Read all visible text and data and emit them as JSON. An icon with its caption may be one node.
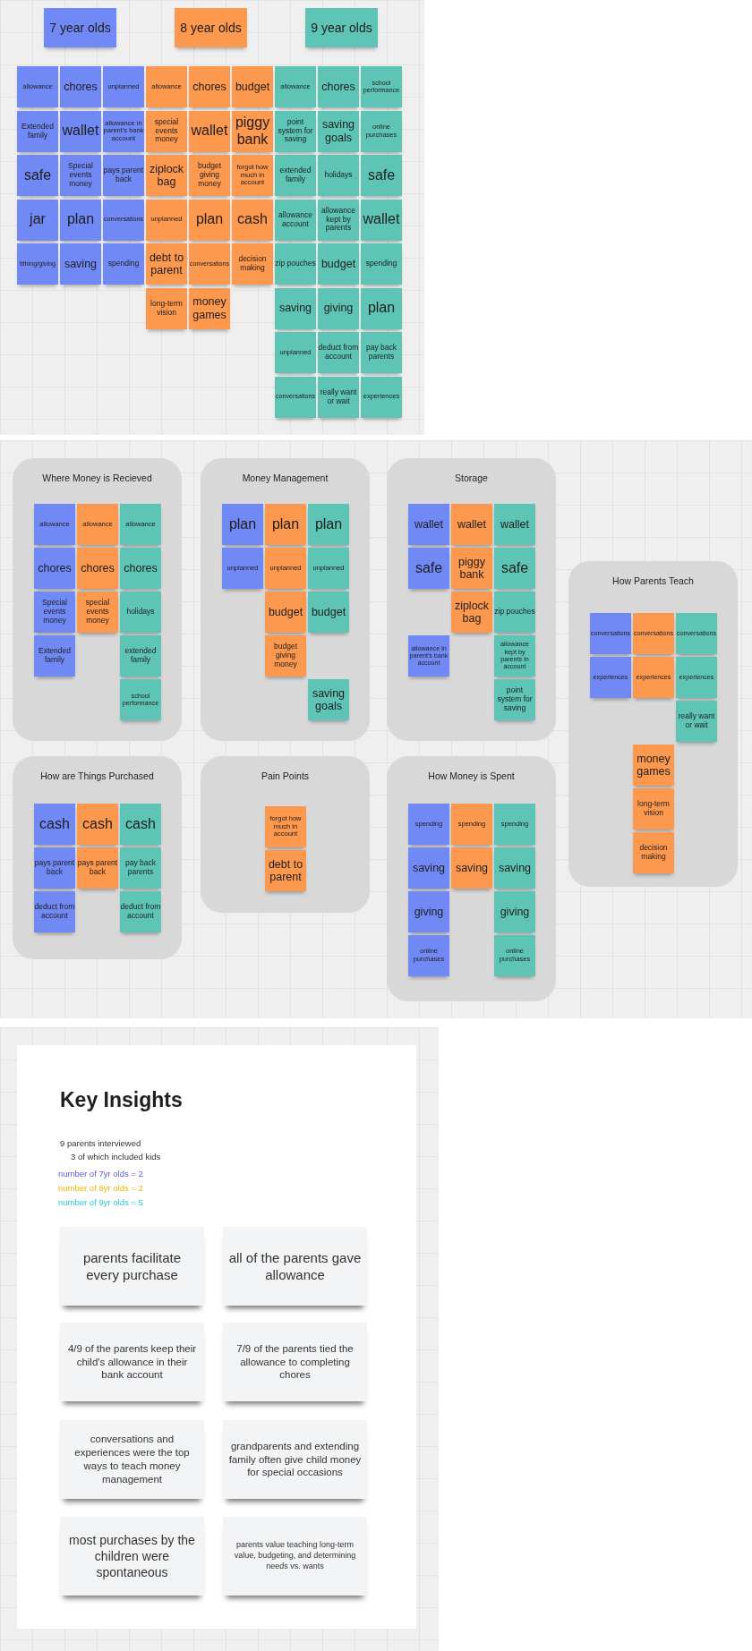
{
  "diagram": {
    "nodes": [
      {
        "text": [
          "7 year olds"
        ]
      },
      {
        "text": [
          "8 year olds"
        ]
      },
      {
        "text": [
          "9 year olds"
        ]
      },
      {
        "text": [
          "allowance"
        ]
      },
      {
        "text": [
          "chores"
        ]
      },
      {
        "text": [
          "unplanned"
        ]
      },
      {
        "text": [
          "allowance"
        ]
      },
      {
        "text": [
          "chores"
        ]
      },
      {
        "text": [
          "budget"
        ]
      },
      {
        "text": [
          "allowance"
        ]
      },
      {
        "text": [
          "chores"
        ]
      },
      {
        "text": [
          "school performance"
        ]
      },
      {
        "text": [
          "Extended family"
        ]
      },
      {
        "text": [
          "wallet"
        ]
      },
      {
        "text": [
          "allowance in parent's bank account"
        ]
      },
      {
        "text": [
          "special events money"
        ]
      },
      {
        "text": [
          "wallet"
        ]
      },
      {
        "text": [
          "piggy bank"
        ]
      },
      {
        "text": [
          "point system for saving"
        ]
      },
      {
        "text": [
          "saving goals"
        ]
      },
      {
        "text": [
          "online purchases"
        ]
      },
      {
        "text": [
          "safe"
        ]
      },
      {
        "text": [
          "Special events money"
        ]
      },
      {
        "text": [
          "pays parent back"
        ]
      },
      {
        "text": [
          "ziplock bag"
        ]
      },
      {
        "text": [
          "budget giving money"
        ]
      },
      {
        "text": [
          "forgot how much in account"
        ]
      },
      {
        "text": [
          "extended family"
        ]
      },
      {
        "text": [
          "holidays"
        ]
      },
      {
        "text": [
          "safe"
        ]
      },
      {
        "text": [
          "jar"
        ]
      },
      {
        "text": [
          "plan"
        ]
      },
      {
        "text": [
          "conversations"
        ]
      },
      {
        "text": [
          "unplanned"
        ]
      },
      {
        "text": [
          "plan"
        ]
      },
      {
        "text": [
          "cash"
        ]
      },
      {
        "text": [
          "allowance account"
        ]
      },
      {
        "text": [
          "allowance kept by parents"
        ]
      },
      {
        "text": [
          "wallet"
        ]
      },
      {
        "text": [
          "tithing/giving"
        ]
      },
      {
        "text": [
          "saving"
        ]
      },
      {
        "text": [
          "spending"
        ]
      },
      {
        "text": [
          "debt to parent"
        ]
      },
      {
        "text": [
          "conversations"
        ]
      },
      {
        "text": [
          "decision making"
        ]
      },
      {
        "text": [
          "zip pouches"
        ]
      },
      {
        "text": [
          "budget"
        ]
      },
      {
        "text": [
          "spending"
        ]
      },
      {
        "text": [
          "long-term vision"
        ]
      },
      {
        "text": [
          "money games"
        ]
      },
      {
        "text": [
          "saving"
        ]
      },
      {
        "text": [
          "giving"
        ]
      },
      {
        "text": [
          "plan"
        ]
      },
      {
        "text": [
          "unplanned"
        ]
      },
      {
        "text": [
          "deduct from account"
        ]
      },
      {
        "text": [
          "pay back parents"
        ]
      },
      {
        "text": [
          "conversations"
        ]
      },
      {
        "text": [
          "really want or wait"
        ]
      },
      {
        "text": [
          "experiences"
        ]
      },
      {
        "text": [
          "Where Money is Recieved"
        ]
      },
      {
        "text": [
          "allowance"
        ],
        "in": 59
      },
      {
        "text": [
          "allowance"
        ],
        "in": 59
      },
      {
        "text": [
          "allowance"
        ],
        "in": 59
      },
      {
        "text": [
          "chores"
        ],
        "in": 59
      },
      {
        "text": [
          "chores"
        ],
        "in": 59
      },
      {
        "text": [
          "chores"
        ],
        "in": 59
      },
      {
        "text": [
          "Special events money"
        ],
        "in": 59
      },
      {
        "text": [
          "special events money"
        ],
        "in": 59
      },
      {
        "text": [
          "holidays"
        ],
        "in": 59
      },
      {
        "text": [
          "Extended family"
        ],
        "in": 59
      },
      {
        "text": [
          "extended family"
        ],
        "in": 59
      },
      {
        "text": [
          "school performance"
        ],
        "in": 59
      },
      {
        "text": [
          "Money Management"
        ]
      },
      {
        "text": [
          "plan"
        ],
        "in": 72
      },
      {
        "text": [
          "plan"
        ],
        "in": 72
      },
      {
        "text": [
          "plan"
        ],
        "in": 72
      },
      {
        "text": [
          "unplanned"
        ],
        "in": 72
      },
      {
        "text": [
          "unplanned"
        ],
        "in": 72
      },
      {
        "text": [
          "unplanned"
        ],
        "in": 72
      },
      {
        "text": [
          "budget"
        ],
        "in": 72
      },
      {
        "text": [
          "budget"
        ],
        "in": 72
      },
      {
        "text": [
          "budget giving money"
        ],
        "in": 72
      },
      {
        "text": [
          "saving goals"
        ],
        "in": 72
      },
      {
        "text": [
          "Storage"
        ]
      },
      {
        "text": [
          "wallet"
        ],
        "in": 83
      },
      {
        "text": [
          "wallet"
        ],
        "in": 83
      },
      {
        "text": [
          "wallet"
        ],
        "in": 83
      },
      {
        "text": [
          "safe"
        ],
        "in": 83
      },
      {
        "text": [
          "piggy bank"
        ],
        "in": 83
      },
      {
        "text": [
          "safe"
        ],
        "in": 83
      },
      {
        "text": [
          "ziplock bag"
        ],
        "in": 83
      },
      {
        "text": [
          "zip pouches"
        ],
        "in": 83
      },
      {
        "text": [
          "allowance in parent's bank account"
        ],
        "in": 83
      },
      {
        "text": [
          "allowance kept by parents in account"
        ],
        "in": 83
      },
      {
        "text": [
          "point system for saving"
        ],
        "in": 83
      },
      {
        "text": [
          "How Parents Teach"
        ]
      },
      {
        "text": [
          "conversations"
        ],
        "in": 95
      },
      {
        "text": [
          "conversations"
        ],
        "in": 95
      },
      {
        "text": [
          "conversations"
        ],
        "in": 95
      },
      {
        "text": [
          "experiences"
        ],
        "in": 95
      },
      {
        "text": [
          "experiences"
        ],
        "in": 95
      },
      {
        "text": [
          "experiences"
        ],
        "in": 95
      },
      {
        "text": [
          "really want or wait"
        ],
        "in": 95
      },
      {
        "text": [
          "money games"
        ],
        "in": 95
      },
      {
        "text": [
          "long-term vision"
        ],
        "in": 95
      },
      {
        "text": [
          "decision making"
        ],
        "in": 95
      },
      {
        "text": [
          "How are Things Purchased"
        ]
      },
      {
        "text": [
          "cash"
        ],
        "in": 106
      },
      {
        "text": [
          "cash"
        ],
        "in": 106
      },
      {
        "text": [
          "cash"
        ],
        "in": 106
      },
      {
        "text": [
          "pays parent back"
        ],
        "in": 106
      },
      {
        "text": [
          "pays parent back"
        ],
        "in": 106
      },
      {
        "text": [
          "pay back parents"
        ],
        "in": 106
      },
      {
        "text": [
          "deduct from account"
        ],
        "in": 106
      },
      {
        "text": [
          "deduct from account"
        ],
        "in": 106
      },
      {
        "text": [
          "Pain Points"
        ]
      },
      {
        "text": [
          "forgot how much in account"
        ],
        "in": 115
      },
      {
        "text": [
          "debt to parent"
        ],
        "in": 115
      },
      {
        "text": [
          "How Money is Spent"
        ]
      },
      {
        "text": [
          "spending"
        ],
        "in": 118
      },
      {
        "text": [
          "spending"
        ],
        "in": 118
      },
      {
        "text": [
          "spending"
        ],
        "in": 118
      },
      {
        "text": [
          "saving"
        ],
        "in": 118
      },
      {
        "text": [
          "saving"
        ],
        "in": 118
      },
      {
        "text": [
          "saving"
        ],
        "in": 118
      },
      {
        "text": [
          "giving"
        ],
        "in": 118
      },
      {
        "text": [
          "giving"
        ],
        "in": 118
      },
      {
        "text": [
          "online purchases"
        ],
        "in": 118
      },
      {
        "text": [
          "online purchases"
        ],
        "in": 118
      },
      {
        "text": [
          "Key Insights",
          "9 parents interviewed",
          "3 of which included kids",
          "number of 7yr olds = 2",
          "number of 8yr olds = 2",
          "number of 9yr olds = 5"
        ]
      },
      {
        "text": [
          "parents facilitate every purchase"
        ],
        "in": 129
      },
      {
        "text": [
          "all of the parents gave allowance"
        ],
        "in": 129
      },
      {
        "text": [
          "4/9 of the parents keep their child's allowance in their bank account"
        ],
        "in": 129
      },
      {
        "text": [
          "7/9 of the parents tied the allowance to completing chores"
        ],
        "in": 129
      },
      {
        "text": [
          "conversations and experiences were the top ways to teach money management"
        ],
        "in": 129
      },
      {
        "text": [
          "grandparents and extending family often give child money for special occasions"
        ],
        "in": 129
      },
      {
        "text": [
          "most purchases by the children were spontaneous"
        ],
        "in": 129
      },
      {
        "text": [
          "parents value teaching long-term value, budgeting, and determining needs vs. wants"
        ],
        "in": 129
      }
    ]
  }
}
